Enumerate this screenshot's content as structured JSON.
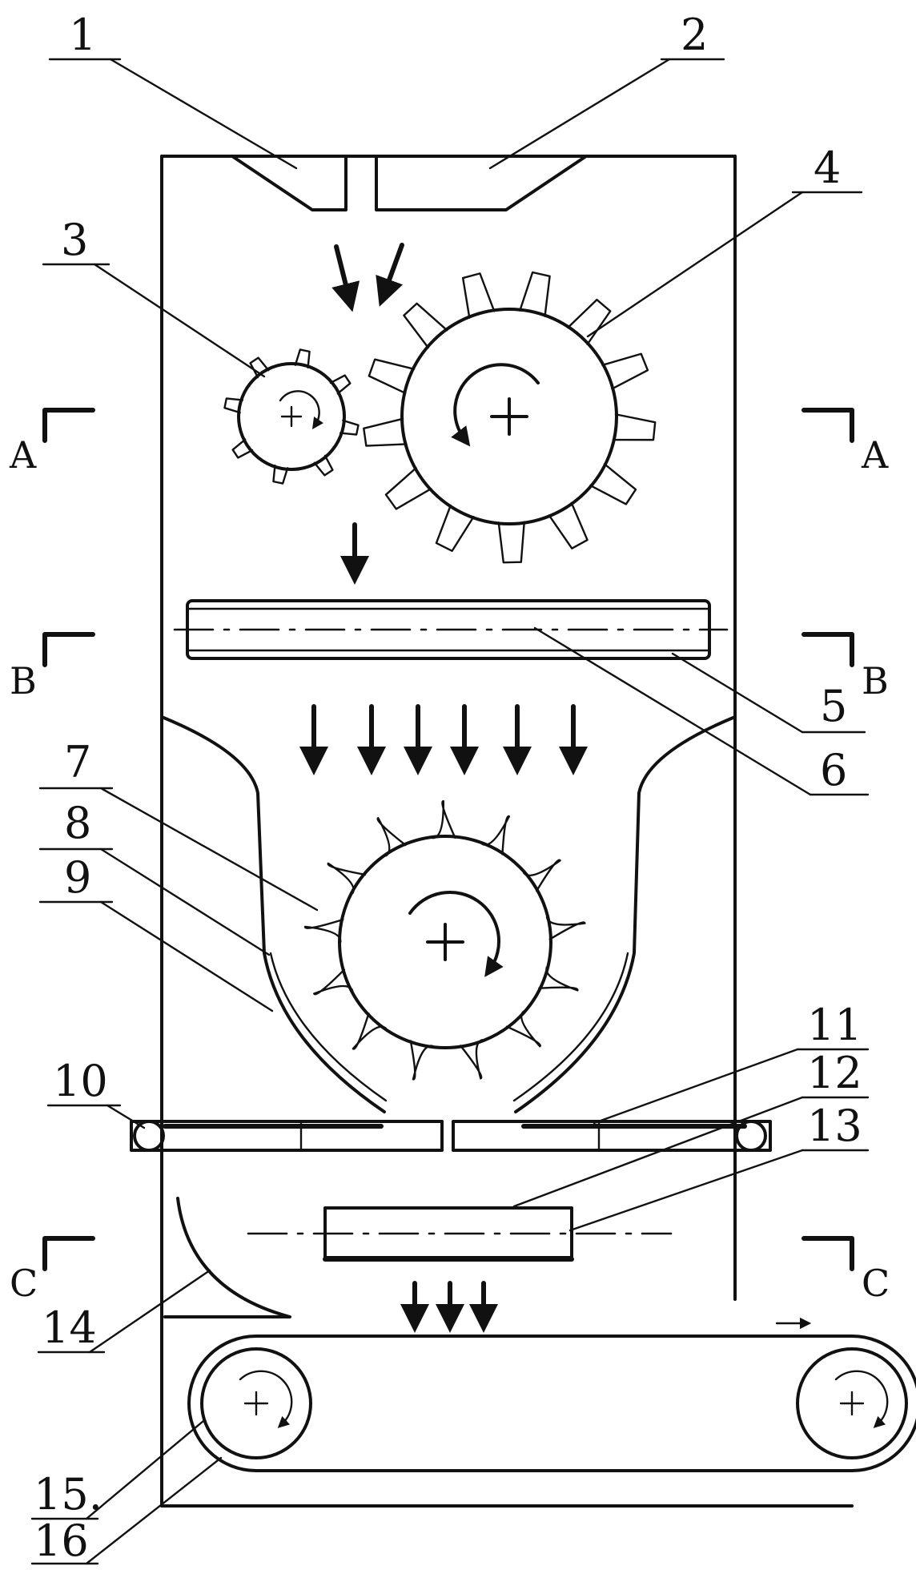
{
  "labels": [
    "1",
    "2",
    "3",
    "4",
    "5",
    "6",
    "7",
    "8",
    "9",
    "10",
    "11",
    "12",
    "13",
    "14",
    "15.",
    "16"
  ],
  "section_marks": [
    "A",
    "A",
    "B",
    "B",
    "C",
    "C"
  ]
}
